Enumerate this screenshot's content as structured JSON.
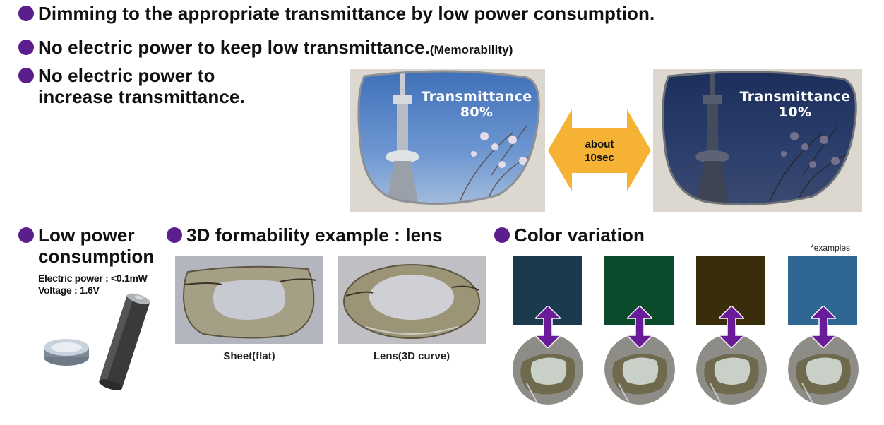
{
  "bullets": {
    "b1": "Dimming to the appropriate transmittance by low power consumption.",
    "b2": "No electric power to keep low transmittance.",
    "b2_small": "(Memorability)",
    "b3_line1": "No electric power to",
    "b3_line2": "increase transmittance."
  },
  "comparison": {
    "left_label_1": "Transmittance",
    "left_label_2": "80%",
    "right_label_1": "Transmittance",
    "right_label_2": "10%",
    "arrow_line1": "about",
    "arrow_line2": "10sec",
    "arrow_color": "#f5b234"
  },
  "low_power": {
    "title_line1": "Low power",
    "title_line2": "consumption",
    "spec1": "Electric power : <0.1mW",
    "spec2": "Voltage : 1.6V"
  },
  "formability": {
    "title": "3D formability example : lens",
    "caption_flat": "Sheet(flat)",
    "caption_curve": "Lens(3D curve)"
  },
  "color_variation": {
    "title": "Color variation",
    "note": "*examples",
    "swatches": [
      "#1b3a4d",
      "#0b4a2a",
      "#3a2d0c",
      "#2f6694"
    ],
    "arrow_color": "#6a1b9a"
  },
  "theme": {
    "bullet_color": "#5b1e8c"
  }
}
